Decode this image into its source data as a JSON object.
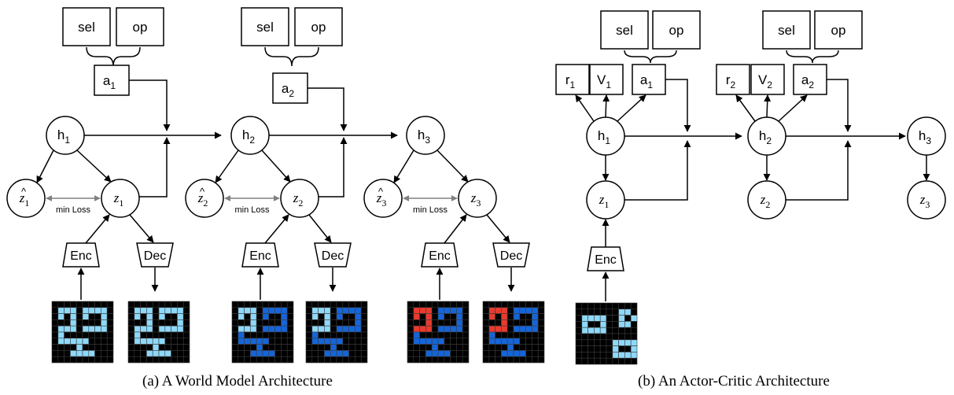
{
  "colors": {
    "cyan": "#8ed8f8",
    "blue": "#1565d8",
    "red": "#e83a2e",
    "grid": "#3a3a3a",
    "ink": "#000000",
    "loss_arrow": "#808080"
  },
  "labels": {
    "sel": "sel",
    "op": "op",
    "a": "a",
    "h": "h",
    "r": "r",
    "v": "V",
    "z": "z",
    "enc": "Enc",
    "dec": "Dec",
    "min_loss": "min Loss",
    "i1": "1",
    "i2": "2",
    "i3": "3"
  },
  "captions": {
    "left": "(a) A World Model Architecture",
    "right": "(b) An Actor-Critic Architecture"
  },
  "grids": {
    "s1": [
      "0000000000",
      "0111011110",
      "0101010010",
      "0001000010",
      "0111011110",
      "0100000000",
      "0111110000",
      "0000100000",
      "0001111000",
      "0000000000"
    ],
    "s2": [
      "0000000000",
      "0111022220",
      "0101020020",
      "0001000020",
      "0111022220",
      "0200000000",
      "0222220000",
      "0000200000",
      "0002222000",
      "0000000000"
    ],
    "s3": [
      "0000000000",
      "0333022220",
      "0303020020",
      "0003000020",
      "0333022220",
      "0200000000",
      "0222220000",
      "0000200000",
      "0002222000",
      "0000000000"
    ],
    "ac": [
      "0000000000",
      "0000000110",
      "0111100101",
      "0100100110",
      "0111100000",
      "0000000000",
      "0000001111",
      "0000001001",
      "0000001111",
      "0000000000"
    ]
  }
}
